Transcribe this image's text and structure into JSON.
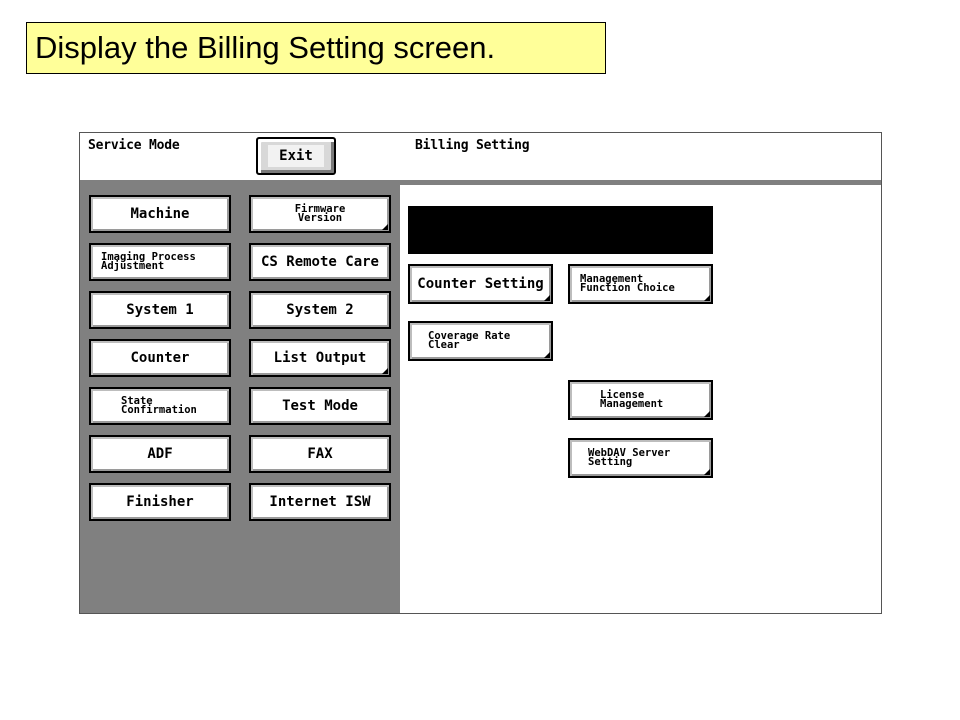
{
  "caption": "Display the Billing Setting screen.",
  "header": {
    "left_title": "Service Mode",
    "right_title": "Billing Setting",
    "exit_label": "Exit"
  },
  "menu": {
    "col1": [
      "Machine",
      "Imaging Process\nAdjustment",
      "System 1",
      "Counter",
      "State\nConfirmation",
      "ADF",
      "Finisher"
    ],
    "col2": [
      "Firmware\nVersion",
      "CS Remote Care",
      "System 2",
      "List Output",
      "Test Mode",
      "FAX",
      "Internet ISW"
    ]
  },
  "billing": {
    "counter_setting": "Counter Setting",
    "management_function_choice": "Management\nFunction Choice",
    "coverage_rate_clear": "Coverage Rate\nClear",
    "license_management": "License\nManagement",
    "webdav_server_setting": "WebDAV Server\nSetting"
  }
}
